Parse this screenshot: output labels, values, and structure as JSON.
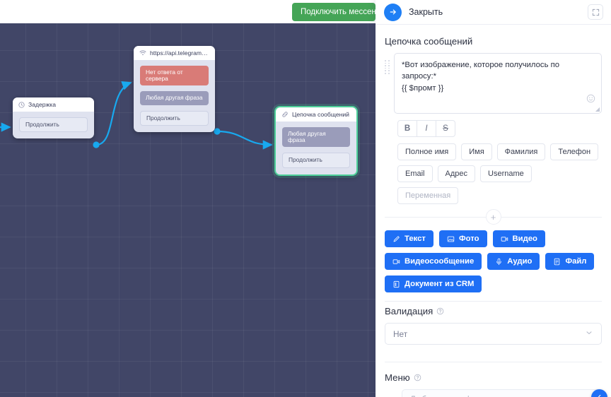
{
  "canvas": {
    "connect_button_label": "Подключить мессенджер",
    "nodes": [
      {
        "id": "delay",
        "title": "Задержка",
        "icon": "clock-icon",
        "items": [
          {
            "label": "Продолжить",
            "style": "plain",
            "port": "live"
          }
        ]
      },
      {
        "id": "api",
        "title": "https://api.telegram.org/...",
        "icon": "wifi-icon",
        "items": [
          {
            "label": "Нет ответа от сервера",
            "style": "red",
            "port": "idle"
          },
          {
            "label": "Любая другая фраза",
            "style": "purple",
            "port": "idle"
          },
          {
            "label": "Продолжить",
            "style": "plain",
            "port": "live"
          }
        ]
      },
      {
        "id": "chain",
        "title": "Цепочка сообщений",
        "icon": "link-icon",
        "selected": true,
        "items": [
          {
            "label": "Любая другая фраза",
            "style": "purple",
            "port": "idle"
          },
          {
            "label": "Продолжить",
            "style": "plain",
            "port": "idle"
          }
        ]
      }
    ]
  },
  "panel": {
    "close_label": "Закрыть",
    "close_icon": "arrow-right-icon",
    "expand_icon": "fullscreen-icon",
    "collapse_icon": "chevron-left-icon",
    "message_chain": {
      "title": "Цепочка сообщений",
      "text": "*Вот изображение, которое получилось по запросу:*\n{{ $промт }}",
      "emoji_icon": "smiley-icon",
      "format_buttons": [
        {
          "label": "B",
          "name": "bold"
        },
        {
          "label": "I",
          "name": "italic"
        },
        {
          "label": "S",
          "name": "strikethrough"
        }
      ],
      "variable_rows": [
        [
          {
            "label": "Полное имя",
            "placeholder": false
          },
          {
            "label": "Имя",
            "placeholder": false
          },
          {
            "label": "Фамилия",
            "placeholder": false
          },
          {
            "label": "Телефон",
            "placeholder": false
          }
        ],
        [
          {
            "label": "Email",
            "placeholder": false
          },
          {
            "label": "Адрес",
            "placeholder": false
          },
          {
            "label": "Username",
            "placeholder": false
          }
        ],
        [
          {
            "label": "Переменная",
            "placeholder": true
          }
        ]
      ],
      "add_button_label": "+",
      "media_rows": [
        [
          {
            "label": "Текст",
            "icon": "pencil-icon"
          },
          {
            "label": "Фото",
            "icon": "image-icon"
          },
          {
            "label": "Видео",
            "icon": "video-icon"
          }
        ],
        [
          {
            "label": "Видеосообщение",
            "icon": "video-icon"
          },
          {
            "label": "Аудио",
            "icon": "microphone-icon"
          },
          {
            "label": "Файл",
            "icon": "file-icon"
          }
        ],
        [
          {
            "label": "Документ из CRM",
            "icon": "document-icon"
          }
        ]
      ]
    },
    "validation": {
      "title": "Валидация",
      "help_icon": "question-circle-icon",
      "selected_value": "Нет",
      "chevron_icon": "chevron-down-icon"
    },
    "menu": {
      "title": "Меню",
      "help_icon": "question-circle-icon",
      "handle": "...",
      "row_placeholder": "Любая другая фраза"
    }
  },
  "colors": {
    "accent_blue": "#1f6ff5",
    "canvas_bg": "#414667",
    "edge": "#18a9ef",
    "green_button": "#45a557",
    "selected_node": "#4fd19b",
    "chip_red": "#d97b77",
    "chip_purple": "#9a9cba"
  }
}
